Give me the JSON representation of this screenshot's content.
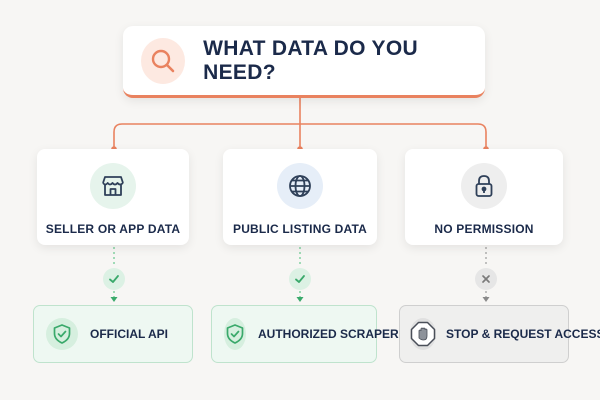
{
  "header": {
    "title": "WHAT DATA DO YOU NEED?",
    "icon": "search-icon"
  },
  "categories": [
    {
      "label": "SELLER OR APP DATA",
      "icon": "storefront-icon"
    },
    {
      "label": "PUBLIC LISTING DATA",
      "icon": "globe-icon"
    },
    {
      "label": "NO PERMISSION",
      "icon": "lock-icon"
    }
  ],
  "statuses": [
    "check",
    "check",
    "cross"
  ],
  "outcomes": [
    {
      "label": "OFFICIAL API",
      "icon": "shield-check-icon",
      "style": "allowed"
    },
    {
      "label": "AUTHORIZED SCRAPER",
      "icon": "shield-check-icon",
      "style": "allowed"
    },
    {
      "label": "STOP & REQUEST ACCESS",
      "icon": "stop-hand-icon",
      "style": "blocked"
    }
  ],
  "colors": {
    "accent": "#e9825f",
    "allowed": "#3aa96b",
    "blocked": "#8a8a8a",
    "text": "#1b2a4a"
  }
}
